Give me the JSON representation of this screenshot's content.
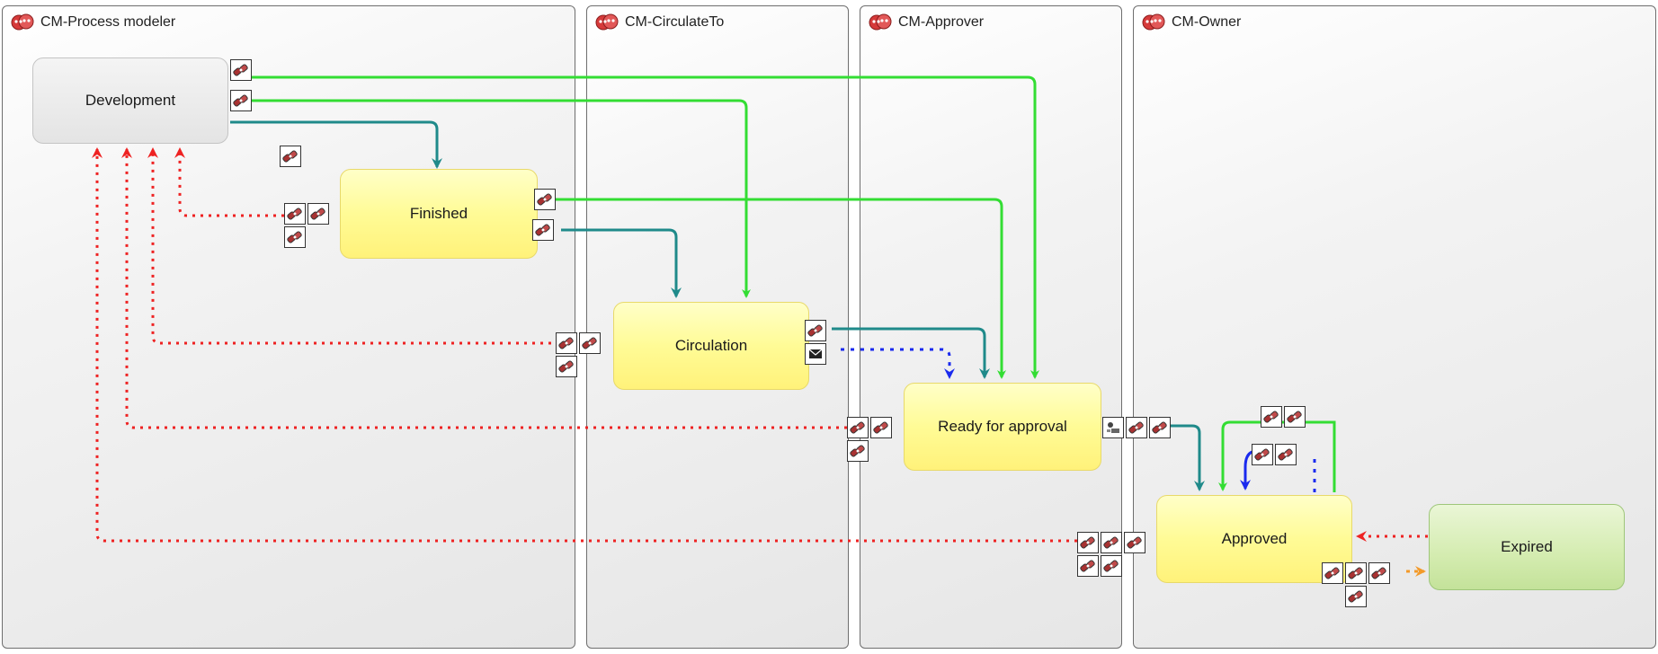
{
  "lanes": [
    {
      "label": "CM-Process modeler"
    },
    {
      "label": "CM-CirculateTo"
    },
    {
      "label": "CM-Approver"
    },
    {
      "label": "CM-Owner"
    }
  ],
  "states": {
    "development": "Development",
    "finished": "Finished",
    "circulation": "Circulation",
    "ready_for_approval": "Ready for approval",
    "approved": "Approved",
    "expired": "Expired"
  },
  "colors": {
    "green_transition": "#33dd33",
    "teal_transition": "#1f8a8a",
    "red_return": "#ee2222",
    "blue_dotted": "#1a2aee",
    "orange_expire": "#f39a2a"
  },
  "icons": {
    "lane": "role-masks-icon",
    "action": "action-link-icon",
    "mail": "mail-envelope-icon",
    "script": "script-action-icon"
  }
}
